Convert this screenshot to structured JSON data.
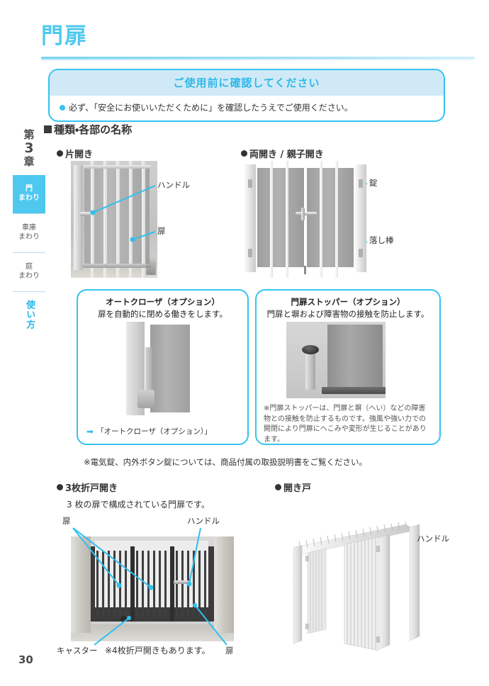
{
  "page": {
    "title": "門扉",
    "number": "30"
  },
  "sidebar": {
    "chapter_label_top": "第",
    "chapter_number": "3",
    "chapter_label_bottom": "章",
    "tabs": [
      {
        "line1": "門",
        "line2": "まわり",
        "active": true
      },
      {
        "line1": "車庫",
        "line2": "まわり",
        "active": false
      },
      {
        "line1": "庭",
        "line2": "まわり",
        "active": false
      }
    ],
    "howto_tab": "使い方"
  },
  "notice": {
    "heading": "ご使用前に確認してください",
    "body": "必ず、「安全にお使いいただくために」を確認したうえでご使用ください。"
  },
  "section": {
    "heading": "■種類・各部の名称"
  },
  "figures": {
    "single_gate": {
      "heading": "●片開き",
      "labels": [
        "ハンドル",
        "扉"
      ]
    },
    "double_gate": {
      "heading": "●両開き / 親子開き",
      "labels": [
        "錠",
        "落し棒"
      ]
    },
    "fold3_gate": {
      "heading": "●3枚折戸開き",
      "description": "3 枚の扉で構成されている門扉です。",
      "labels": [
        "扉",
        "ハンドル",
        "キャスター",
        "扉"
      ],
      "footnote": "※4枚折戸開きもあります。"
    },
    "swing_door": {
      "heading": "●開き戸",
      "labels": [
        "ハンドル"
      ]
    }
  },
  "options": {
    "closer": {
      "title": "オートクローザ（オプション）",
      "subtitle": "扉を自動的に閉める働きをします。",
      "link": "「オートクローザ（オプション）」",
      "arrow": "arrow-right-icon"
    },
    "stopper": {
      "title": "門扉ストッパー（オプション）",
      "subtitle": "門扉と塀および障害物の接触を防止します。",
      "note": "※門扉ストッパーは、門扉と塀（へい）などの障害物との接触を防止するものです。強風や強い力での開閉により門扉にへこみや変形が生じることがあります。"
    }
  },
  "footnote": {
    "lock_note": "※電気錠、内外ボタン錠については、商品付属の取扱説明書をご覧ください。"
  },
  "colors": {
    "accent_cyan": "#35c3ef",
    "title_cyan": "#4ec9f0",
    "notice_head_bg": "#cfeaf6",
    "tab_active_bg": "#4ec8ef",
    "text_dark": "#333333"
  }
}
